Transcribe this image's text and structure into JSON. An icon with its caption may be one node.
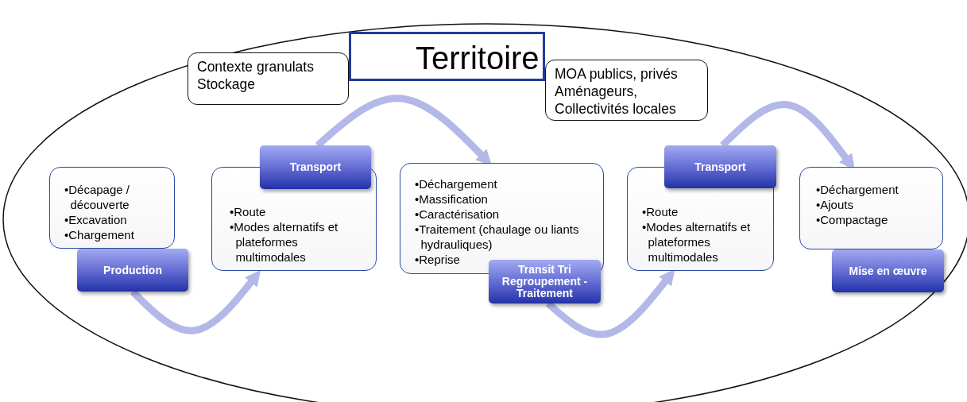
{
  "diagram": {
    "nodes": [
      {
        "text": [
          "Territoire"
        ]
      },
      {
        "text": [
          "Contexte granulats",
          "Stockage"
        ]
      },
      {
        "text": [
          "MOA publics, privés",
          "Aménageurs,",
          "Collectivités locales"
        ]
      },
      {
        "text": [
          "•Décapage / découverte",
          "•Excavation",
          "•Chargement"
        ]
      },
      {
        "text": [
          "Production"
        ]
      },
      {
        "text": [
          "•Route",
          "•Modes alternatifs et plateformes multimodales"
        ]
      },
      {
        "text": [
          "Transport"
        ]
      },
      {
        "text": [
          "•Déchargement",
          "•Massification",
          "•Caractérisation",
          "•Traitement (chaulage ou liants hydrauliques)",
          "•Reprise"
        ]
      },
      {
        "text": [
          "Transit Tri Regroupement - Traitement"
        ]
      },
      {
        "text": [
          "•Route",
          "•Modes alternatifs et plateformes multimodales"
        ]
      },
      {
        "text": [
          "Transport"
        ]
      },
      {
        "text": [
          "•Déchargement",
          "•Ajouts",
          "•Compactage"
        ]
      },
      {
        "text": [
          "Mise en œuvre"
        ]
      }
    ],
    "edges": [
      {
        "from": 4,
        "to": 5,
        "arrow": "to"
      },
      {
        "from": 6,
        "to": 7,
        "arrow": "to"
      },
      {
        "from": 8,
        "to": 9,
        "arrow": "to"
      },
      {
        "from": 10,
        "to": 11,
        "arrow": "to"
      }
    ]
  }
}
